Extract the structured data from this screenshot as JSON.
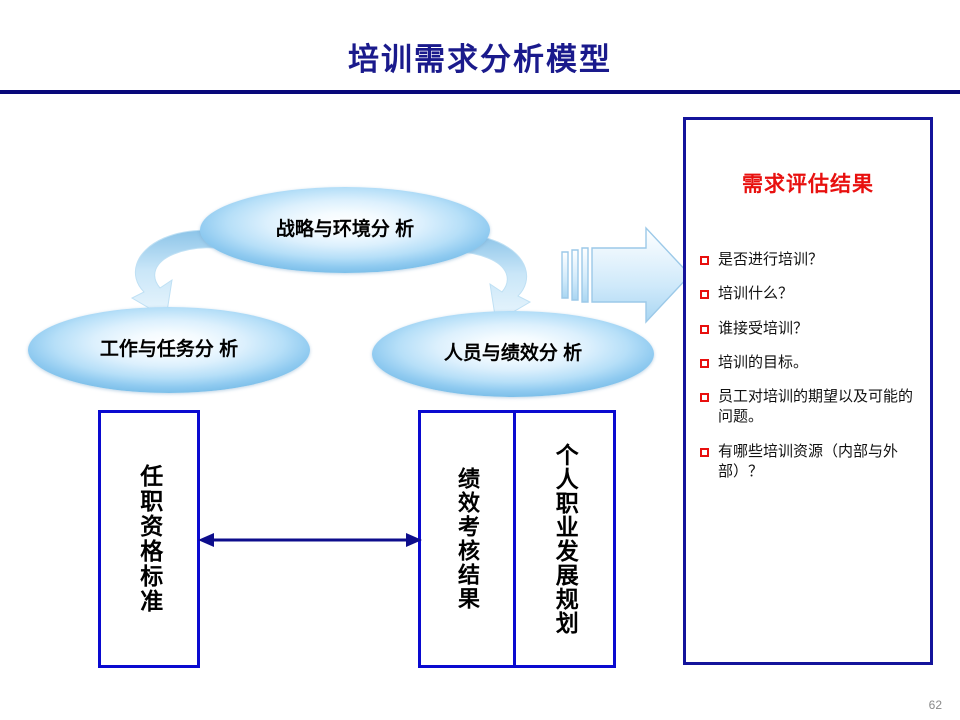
{
  "slide": {
    "title": "培训需求分析模型",
    "page_number": "62",
    "colors": {
      "title_navy": "#1a1a8c",
      "rule_navy": "#08087a",
      "box_border_blue": "#0a0ad0",
      "panel_border_navy": "#14149b",
      "accent_red": "#e8100f",
      "ellipse_blue": "#7cbfe9",
      "arrow_blue": "#9fd3f2"
    }
  },
  "ellipses": [
    {
      "id": "strategy",
      "label": "战略与环境分\n析"
    },
    {
      "id": "job-task",
      "label": "工作与任务分\n析"
    },
    {
      "id": "people-performance",
      "label": "人员与绩效分\n析"
    }
  ],
  "boxes": [
    {
      "id": "qualification",
      "label": "任职资格标准"
    },
    {
      "id": "performance-result",
      "label": "绩效考核结果"
    },
    {
      "id": "career-plan",
      "label": "个人职业发展规划"
    }
  ],
  "connectors": {
    "curve_left": "curved-arrow-down-left",
    "curve_right": "curved-arrow-down-right",
    "block_arrow": "block-arrow-right",
    "double_arrow": "double-headed-arrow-horizontal"
  },
  "results_panel": {
    "title": "需求评估结果",
    "bullets": [
      "是否进行培训？",
      "培训什么？",
      "谁接受培训？",
      "培训的目标。",
      "员工对培训的期望以及可能的问题。",
      "有哪些培训资源（内部与外部）？"
    ]
  }
}
